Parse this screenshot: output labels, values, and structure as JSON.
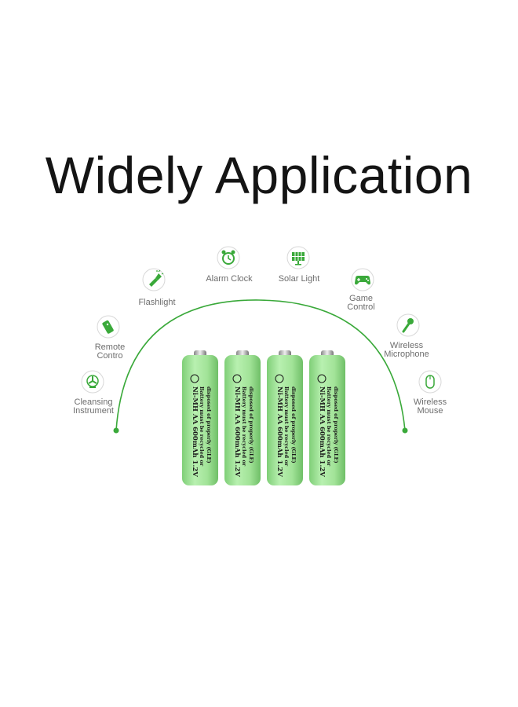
{
  "headline": "Widely Application",
  "accent_color": "#3aa93a",
  "applications": [
    {
      "label": "Cleansing\nInstrument",
      "icon": "fan-icon"
    },
    {
      "label": "Remote\nContro",
      "icon": "remote-control-icon"
    },
    {
      "label": "Flashlight",
      "icon": "flashlight-icon"
    },
    {
      "label": "Alarm Clock",
      "icon": "alarm-clock-icon"
    },
    {
      "label": "Solar Light",
      "icon": "solar-panel-icon"
    },
    {
      "label": "Game\nControl",
      "icon": "gamepad-icon"
    },
    {
      "label": "Wireless\nMicrophone",
      "icon": "microphone-icon"
    },
    {
      "label": "Wireless\nMouse",
      "icon": "mouse-icon"
    }
  ],
  "battery": {
    "count": 4,
    "color": "#a6e8a0",
    "label_line1": "Ni-MH AA 600mAh 1.2V",
    "label_line2": "Battery must be recycled or",
    "label_line3": "disposed of properly (GLE)"
  }
}
